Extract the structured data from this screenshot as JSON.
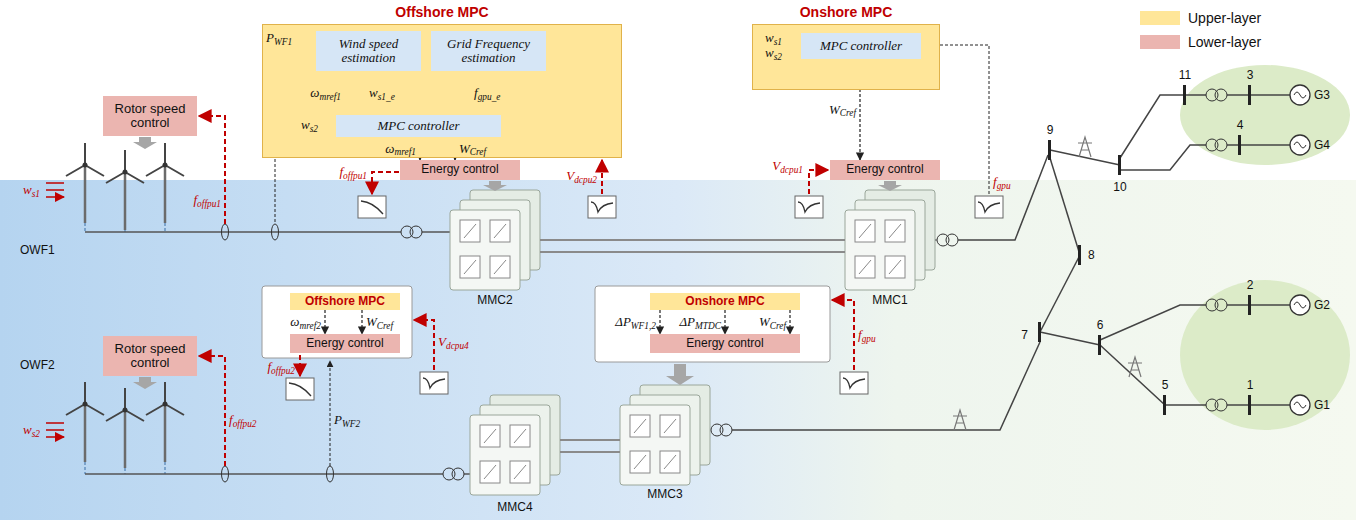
{
  "diagram": {
    "nodes": [
      {
        "text": [
          "Offshore MPC"
        ]
      },
      {
        "text": [
          "Wind speed estimation"
        ],
        "in": 0
      },
      {
        "text": [
          "Grid Frequency estimation"
        ],
        "in": 0
      },
      {
        "text": [
          "MPC controller"
        ],
        "in": 0
      },
      {
        "text": [
          "Onshore MPC"
        ]
      },
      {
        "text": [
          "MPC controller"
        ],
        "in": 4
      },
      {
        "text": [
          "Rotor speed control"
        ]
      },
      {
        "text": [
          "Energy control"
        ]
      },
      {
        "text": [
          "Energy control"
        ]
      },
      {
        "text": [
          "Rotor speed control"
        ]
      },
      {
        "text": [
          "Offshore MPC"
        ]
      },
      {
        "text": [
          "Energy control"
        ]
      },
      {
        "text": [
          "Onshore MPC"
        ]
      },
      {
        "text": [
          "Energy control"
        ]
      }
    ],
    "edges": [
      {
        "from": 3,
        "to": 1,
        "arrow": "to",
        "label": "ωmref1"
      },
      {
        "from": 1,
        "to": 3,
        "arrow": "to",
        "label": "ws1_e"
      },
      {
        "from": 2,
        "to": 3,
        "arrow": "to",
        "label": "fgpu_e"
      },
      {
        "from": 3,
        "to": 7,
        "arrow": "to",
        "label": "ωmref1"
      },
      {
        "from": 3,
        "to": 7,
        "arrow": "to",
        "label": "WCref"
      },
      {
        "from": 5,
        "to": 8,
        "arrow": "to",
        "label": "WCref"
      },
      {
        "from": 10,
        "to": 11,
        "arrow": "to",
        "label": "ωmref2"
      },
      {
        "from": 10,
        "to": 11,
        "arrow": "to",
        "label": "WCref"
      },
      {
        "from": 12,
        "to": 13,
        "arrow": "to",
        "label": "ΔPWF1,2"
      },
      {
        "from": 12,
        "to": 13,
        "arrow": "to",
        "label": "ΔPMTDC"
      },
      {
        "from": 12,
        "to": 13,
        "arrow": "to",
        "label": "WCref"
      }
    ],
    "labels": [
      "PWF1",
      "ws2",
      "Vdcpu2",
      "foffpu1",
      "ws1",
      "ws2",
      "Vdcpu1",
      "fgpu",
      "foffpu1",
      "ws1",
      "OWF1",
      "PWF2",
      "foffpu2",
      "Vdcpu4",
      "MMC2",
      "MMC1",
      "fgpu",
      "foffpu2",
      "ws2",
      "OWF2",
      "MMC4",
      "MMC3",
      "11",
      "3",
      "G3",
      "9",
      "10",
      "4",
      "G4",
      "8",
      "2",
      "G2",
      "7",
      "6",
      "5",
      "1",
      "G1"
    ],
    "legend": [
      {
        "text": "Upper-layer",
        "color": "#FFE699"
      },
      {
        "text": "Lower-layer",
        "color": "#EBB5B0"
      }
    ]
  }
}
